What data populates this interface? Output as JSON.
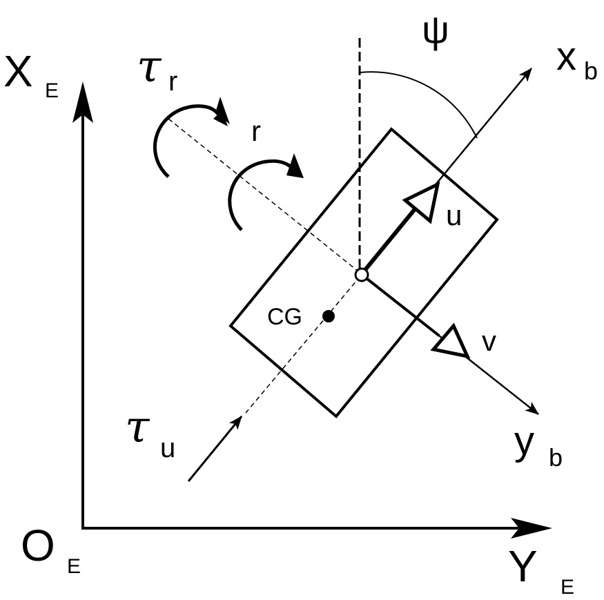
{
  "diagram": {
    "colors": {
      "ink": "#000000",
      "background": "#ffffff"
    },
    "earth_frame": {
      "x_axis": {
        "main": "X",
        "sub": "E"
      },
      "y_axis": {
        "main": "Y",
        "sub": "E"
      },
      "origin": {
        "main": "O",
        "sub": "E"
      }
    },
    "body_frame": {
      "x_axis": {
        "main": "x",
        "sub": "b"
      },
      "y_axis": {
        "main": "y",
        "sub": "b"
      }
    },
    "heading_angle": "ψ",
    "velocities": {
      "surge": "u",
      "sway": "v"
    },
    "yaw_rate": "r",
    "center_of_gravity": "CG",
    "yaw_moment": {
      "main": "τ",
      "sub": "r"
    },
    "surge_force": {
      "main": "τ",
      "sub": "u"
    }
  }
}
